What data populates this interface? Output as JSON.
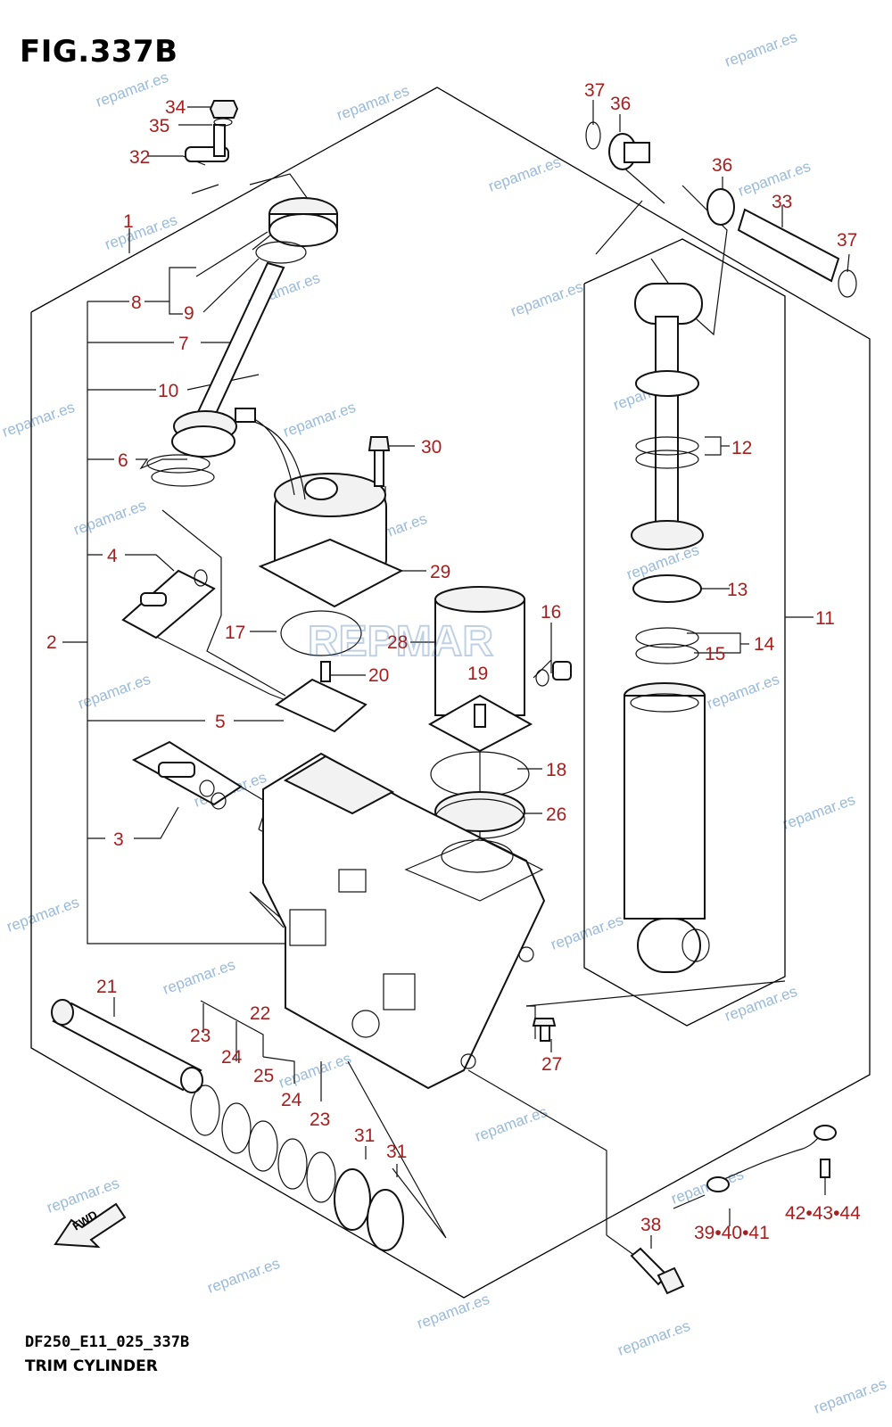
{
  "figure": {
    "title": "FIG.337B",
    "model_code": "DF250_E11_025_337B",
    "caption": "TRIM CYLINDER",
    "fwd_label": "FWD",
    "watermark": "repamar.es",
    "logo_text": "REPMAR"
  },
  "colors": {
    "callout": "#a6201f",
    "watermark": "#8fb3d6",
    "line": "#000000"
  },
  "callouts": {
    "c1": "1",
    "c2": "2",
    "c3": "3",
    "c4": "4",
    "c5": "5",
    "c6": "6",
    "c7": "7",
    "c8": "8",
    "c9": "9",
    "c10": "10",
    "c11": "11",
    "c12": "12",
    "c13": "13",
    "c14": "14",
    "c15": "15",
    "c16": "16",
    "c17": "17",
    "c18": "18",
    "c19": "19",
    "c20": "20",
    "c21": "21",
    "c22": "22",
    "c23a": "23",
    "c23b": "23",
    "c24a": "24",
    "c24b": "24",
    "c25": "25",
    "c26": "26",
    "c27": "27",
    "c28": "28",
    "c29": "29",
    "c30": "30",
    "c31a": "31",
    "c31b": "31",
    "c32": "32",
    "c33": "33",
    "c34": "34",
    "c35": "35",
    "c36a": "36",
    "c36b": "36",
    "c37a": "37",
    "c37b": "37",
    "c38": "38",
    "c39": "39•40•41",
    "c42": "42•43•44"
  }
}
